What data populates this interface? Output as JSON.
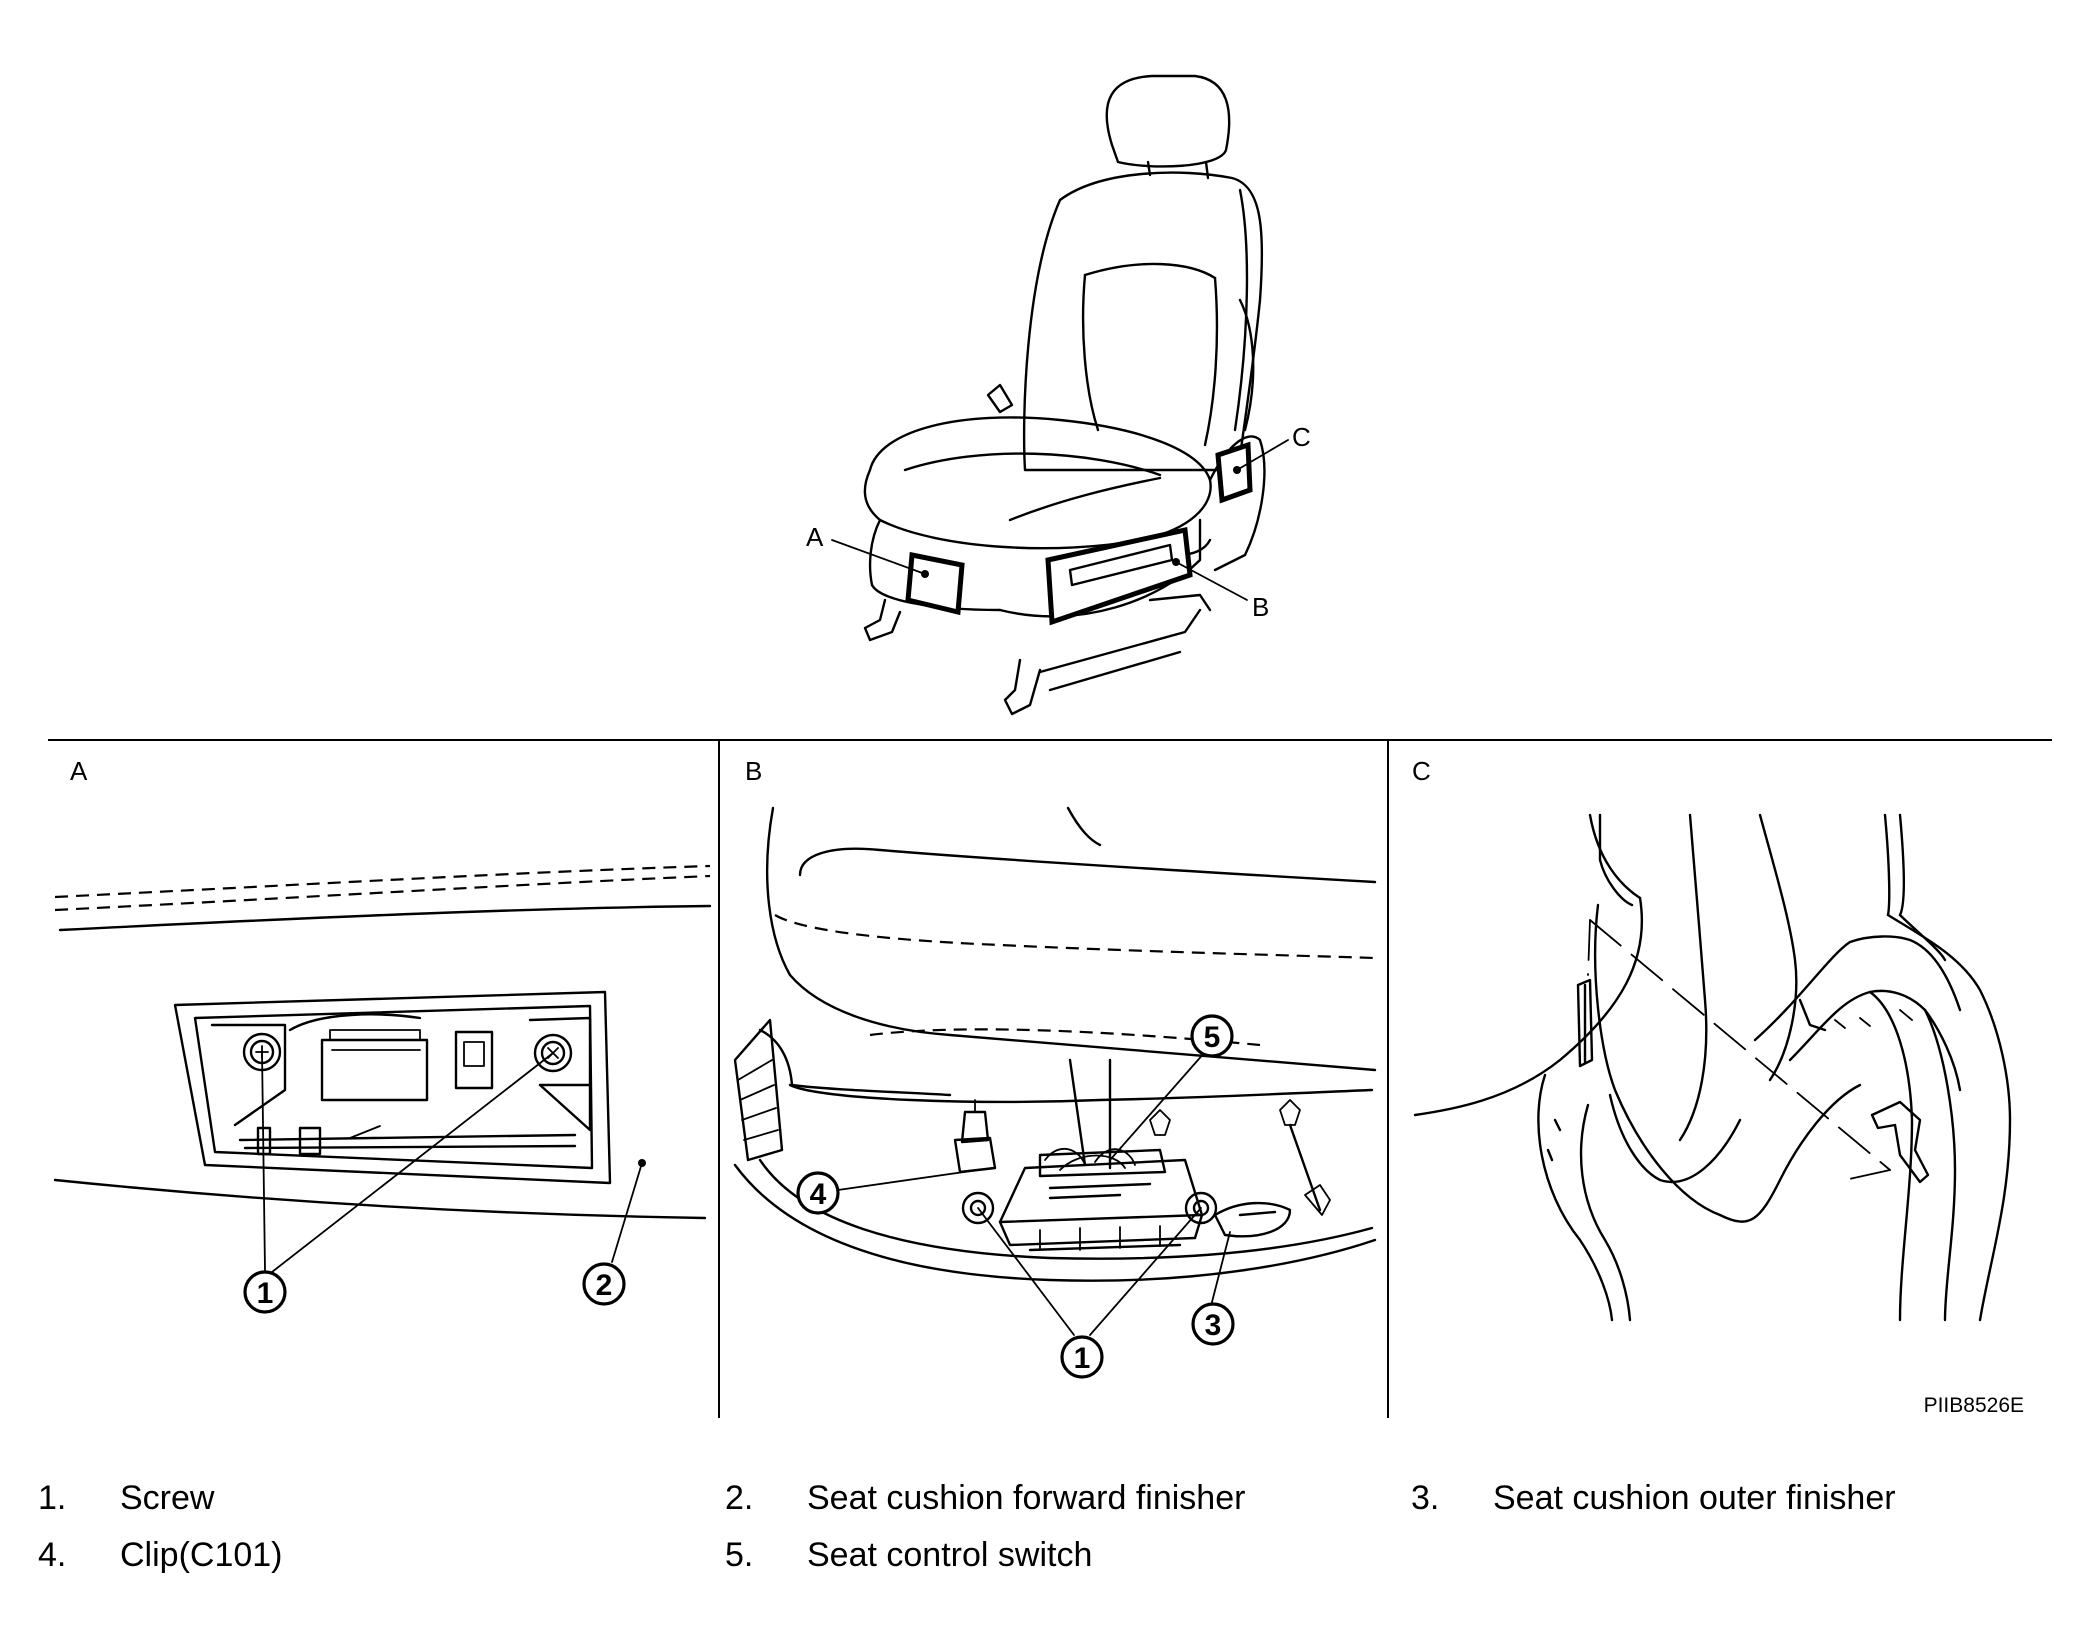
{
  "overview": {
    "callout_a": "A",
    "callout_b": "B",
    "callout_c": "C"
  },
  "panels": {
    "a": {
      "label": "A",
      "callout_1": "1",
      "callout_2": "2"
    },
    "b": {
      "label": "B",
      "callout_1": "1",
      "callout_3": "3",
      "callout_4": "4",
      "callout_5": "5"
    },
    "c": {
      "label": "C"
    }
  },
  "figure_code": "PIIB8526E",
  "legend": [
    {
      "number": "1.",
      "text": "Screw"
    },
    {
      "number": "2.",
      "text": "Seat cushion forward finisher"
    },
    {
      "number": "3.",
      "text": "Seat cushion outer finisher"
    },
    {
      "number": "4.",
      "text": "Clip(C101)"
    },
    {
      "number": "5.",
      "text": "Seat control switch"
    }
  ]
}
